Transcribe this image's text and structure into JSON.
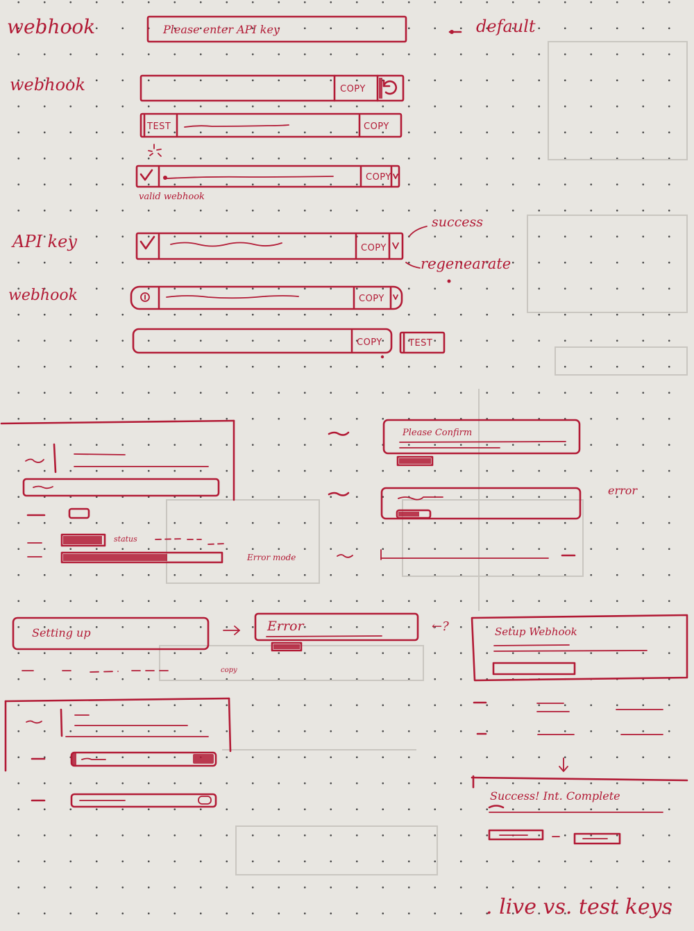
{
  "labels": {
    "webhook_1": "webhook",
    "webhook_2": "webhook",
    "api_key": "API key",
    "webhook_3": "webhook",
    "default": "default",
    "success": "success",
    "regenerate": "regenearate",
    "valid_webhook": "valid webhook",
    "error_right": "error",
    "error_mode": "Error mode",
    "status_word": "status",
    "copy_hint": "copy",
    "live_vs_test": ". live vs. test keys"
  },
  "fields": {
    "api_key_placeholder": "Please enter API key",
    "copy": "COPY",
    "test": "TEST",
    "please_confirm": "Please Confirm"
  },
  "flow": {
    "setting_up": "Setting up",
    "error_title": "Error",
    "setup_webhook": "Setup Webhook",
    "success": "Success! Int. Complete"
  }
}
